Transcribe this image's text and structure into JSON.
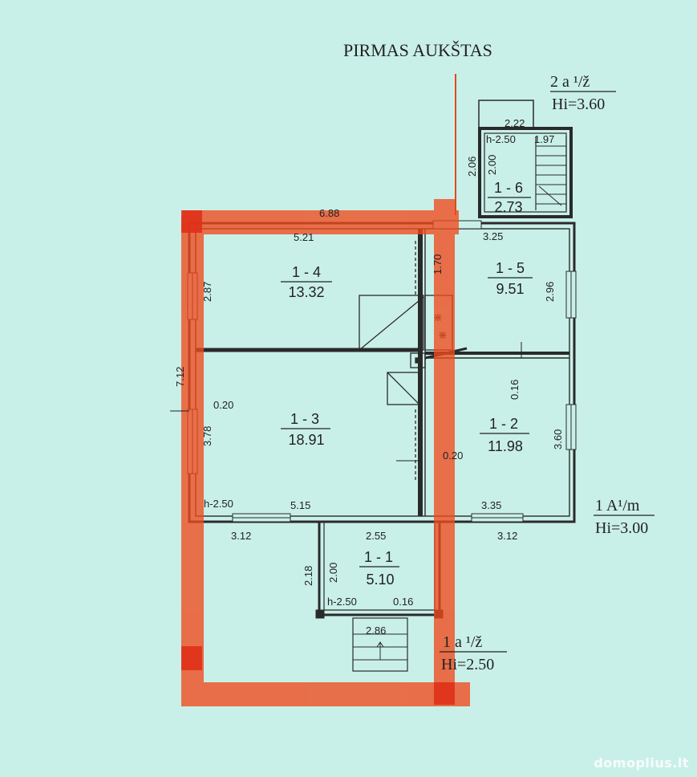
{
  "title": "PIRMAS AUKŠTAS",
  "annotations": {
    "top_right_1": "2 a ¹/ž",
    "top_right_2": "Hi=3.60",
    "right_1": "1 A¹/m",
    "right_2": "Hi=3.00",
    "bottom_1": "1 a ¹/ž",
    "bottom_2": "Hi=2.50"
  },
  "rooms": [
    {
      "id": "1 - 1",
      "area": "5.10"
    },
    {
      "id": "1 - 2",
      "area": "11.98"
    },
    {
      "id": "1 - 3",
      "area": "18.91"
    },
    {
      "id": "1 - 4",
      "area": "13.32"
    },
    {
      "id": "1 - 5",
      "area": "9.51"
    },
    {
      "id": "1 - 6",
      "area": "2.73"
    }
  ],
  "dimensions": {
    "d688": "6.88",
    "d521": "5.21",
    "d325": "3.25",
    "d287": "2.87",
    "d170": "1.70",
    "d296": "2.96",
    "d712": "7.12",
    "d020a": "0.20",
    "d378": "3.78",
    "d016a": "0.16",
    "d360": "3.60",
    "d020b": "0.20",
    "h250a": "h-2.50",
    "d515": "5.15",
    "d335": "3.35",
    "d312a": "3.12",
    "d255": "2.55",
    "d312b": "3.12",
    "d218": "2.18",
    "d200a": "2.00",
    "h250b": "h-2.50",
    "d016b": "0.16",
    "d286": "2.86",
    "d222": "2.22",
    "h250c": "h-2.50",
    "d197": "1.97",
    "d206": "2.06",
    "d200b": "2.00"
  },
  "colors": {
    "background": "#c9f0e8",
    "wall": "#2a2a2a",
    "highlight": "#f04a1c"
  },
  "watermark": "domoplius.lt"
}
